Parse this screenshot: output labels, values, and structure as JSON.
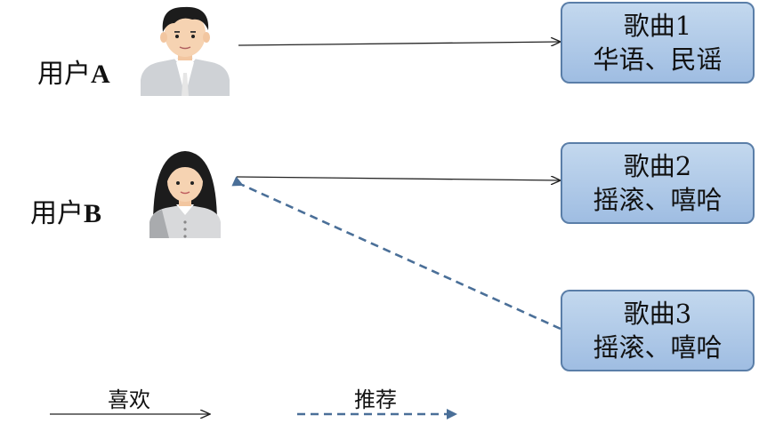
{
  "users": [
    {
      "label_prefix": "用户",
      "label_letter": "A"
    },
    {
      "label_prefix": "用户",
      "label_letter": "B"
    }
  ],
  "songs": [
    {
      "title": "歌曲1",
      "genre": "华语、民谣"
    },
    {
      "title": "歌曲2",
      "genre": "摇滚、嘻哈"
    },
    {
      "title": "歌曲3",
      "genre": "摇滚、嘻哈"
    }
  ],
  "legend": {
    "like_label": "喜欢",
    "recommend_label": "推荐"
  },
  "colors": {
    "like_line": "#222222",
    "recommend_line": "#4a6f98",
    "box_border": "#5a7ea8"
  },
  "icons": [
    "male-user-avatar-icon",
    "female-user-avatar-icon"
  ]
}
